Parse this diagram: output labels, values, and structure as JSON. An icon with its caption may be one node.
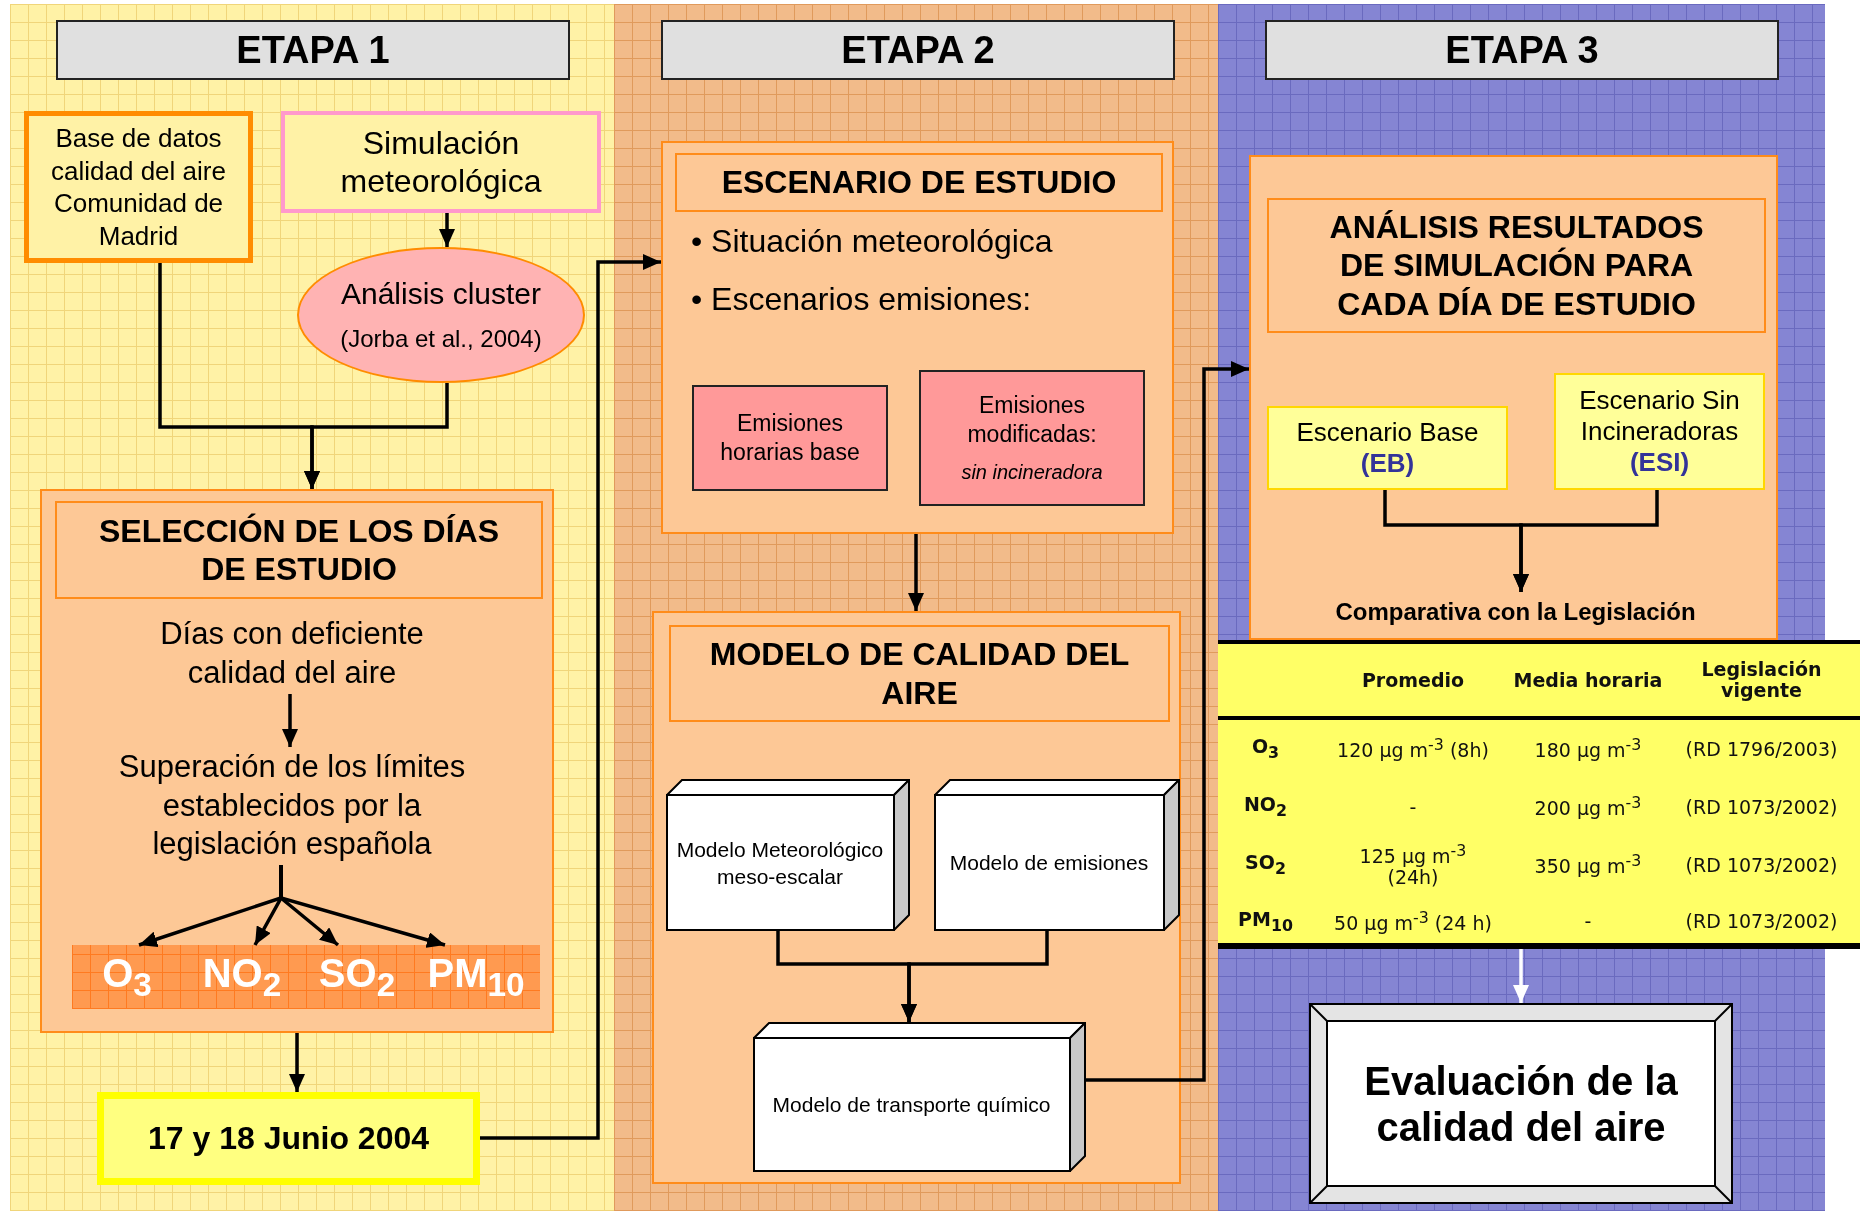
{
  "diagram": {
    "nodes": [
      {
        "text": [
          "ETAPA 1"
        ]
      },
      {
        "text": [
          "ETAPA 2"
        ]
      },
      {
        "text": [
          "ETAPA 3"
        ]
      },
      {
        "text": [
          "Base de datos calidad del aire Comunidad de Madrid"
        ]
      },
      {
        "text": [
          "Simulación meteorológica"
        ]
      },
      {
        "text": [
          "Análisis cluster",
          "(Jorba et al., 2004)"
        ]
      },
      {
        "text": [],
        "shape": "box"
      },
      {
        "text": [
          "SELECCIÓN DE LOS DÍAS DE ESTUDIO"
        ],
        "in": 6
      },
      {
        "text": [
          "Días con deficiente calidad del aire"
        ],
        "in": 6
      },
      {
        "text": [
          "Superación de los límites establecidos por la legislación española"
        ],
        "in": 6
      },
      {
        "text": [],
        "shape": "bar",
        "in": 6
      },
      {
        "text": [
          "O$_{3}$"
        ],
        "in": 10
      },
      {
        "text": [
          "NO$_{2}$"
        ],
        "in": 10
      },
      {
        "text": [
          "SO$_{2}$"
        ],
        "in": 10
      },
      {
        "text": [
          "PM$_{10}$"
        ],
        "in": 10
      },
      {
        "text": [
          "17 y 18 Junio 2004"
        ]
      },
      {
        "text": [
          "• Situación meteorológica",
          "• Escenarios emisiones:"
        ]
      },
      {
        "text": [
          "ESCENARIO DE ESTUDIO"
        ],
        "in": 16
      },
      {
        "text": [
          "Emisiones horarias base"
        ],
        "in": 16
      },
      {
        "text": [
          "Emisiones modificadas:",
          "sin incineradora"
        ],
        "in": 16
      },
      {
        "text": [],
        "shape": "box"
      },
      {
        "text": [
          "MODELO DE CALIDAD DEL AIRE"
        ],
        "in": 20
      },
      {
        "text": [
          "Modelo Meteorológico meso-escalar"
        ],
        "in": 20
      },
      {
        "text": [
          "Modelo de emisiones"
        ],
        "in": 20
      },
      {
        "text": [
          "Modelo de transporte químico"
        ],
        "in": 20
      },
      {
        "text": [],
        "shape": "box"
      },
      {
        "text": [
          "ANÁLISIS RESULTADOS DE SIMULACIÓN PARA CADA DÍA DE ESTUDIO"
        ],
        "in": 25
      },
      {
        "text": [
          "Escenario Base",
          "(EB)"
        ],
        "in": 25
      },
      {
        "text": [
          "Escenario Sin Incineradoras",
          "(ESI)"
        ],
        "in": 25
      },
      {
        "text": [
          "Comparativa con la Legislación"
        ],
        "in": 25
      },
      {
        "text": [],
        "shape": "box"
      },
      {
        "text": [
          "Evaluación de la calidad del aire"
        ]
      }
    ],
    "edges": [
      {
        "from": 3,
        "to": 6,
        "arrow": "to"
      },
      {
        "from": 5,
        "to": 6,
        "arrow": "to"
      },
      {
        "from": 4,
        "to": 5,
        "arrow": "to"
      },
      {
        "from": 8,
        "to": 9,
        "arrow": "to"
      },
      {
        "from": 9,
        "to": 11,
        "arrow": "to"
      },
      {
        "from": 9,
        "to": 12,
        "arrow": "to"
      },
      {
        "from": 9,
        "to": 13,
        "arrow": "to"
      },
      {
        "from": 9,
        "to": 14,
        "arrow": "to"
      },
      {
        "from": 6,
        "to": 15,
        "arrow": "to"
      },
      {
        "from": 15,
        "to": 16,
        "arrow": "to"
      },
      {
        "from": 16,
        "to": 20,
        "arrow": "to"
      },
      {
        "from": 22,
        "to": 24,
        "arrow": "to"
      },
      {
        "from": 23,
        "to": 24,
        "arrow": "to"
      },
      {
        "from": 24,
        "to": 25,
        "arrow": "to"
      },
      {
        "from": 27,
        "to": 29,
        "arrow": "to"
      },
      {
        "from": 28,
        "to": 29,
        "arrow": "to"
      },
      {
        "from": 30,
        "to": 31,
        "arrow": "to",
        "color": "#ffffff"
      }
    ],
    "labels": [
      "Promedio",
      "Media horaria",
      "Legislación vigente",
      "O$_{3}$",
      "120 µg m$^{-3}$ (8h)",
      "180 µg m$^{-3}$",
      "(RD 1796/2003)",
      "NO$_{2}$",
      "-",
      "200 µg m$^{-3}$",
      "(RD 1073/2002)",
      "SO$_{2}$",
      "125 µg m$^{-3}$ (24h)",
      "350 µg m$^{-3}$",
      "(RD 1073/2002)",
      "PM$_{10}$",
      "50 µg m$^{-3}$ (24 h)",
      "-",
      "(RD 1073/2002)"
    ]
  }
}
